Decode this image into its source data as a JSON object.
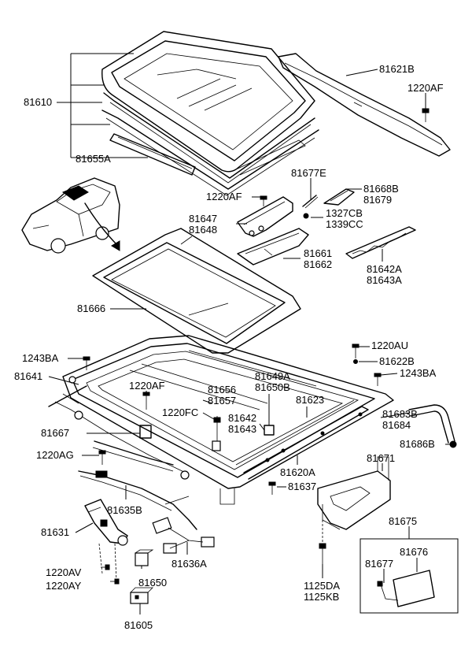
{
  "labels": [
    {
      "id": "p81610",
      "text": "81610"
    },
    {
      "id": "p81655A",
      "text": "81655A"
    },
    {
      "id": "p81621B",
      "text": "81621B"
    },
    {
      "id": "p1220AF_a",
      "text": "1220AF"
    },
    {
      "id": "p81677E",
      "text": "81677E"
    },
    {
      "id": "p1220AF_b",
      "text": "1220AF"
    },
    {
      "id": "p81668B",
      "text": "81668B"
    },
    {
      "id": "p81679",
      "text": "81679"
    },
    {
      "id": "p81647",
      "text": "81647"
    },
    {
      "id": "p81648",
      "text": "81648"
    },
    {
      "id": "p1327CB",
      "text": "1327CB"
    },
    {
      "id": "p1339CC",
      "text": "1339CC"
    },
    {
      "id": "p81661",
      "text": "81661"
    },
    {
      "id": "p81662",
      "text": "81662"
    },
    {
      "id": "p81642A",
      "text": "81642A"
    },
    {
      "id": "p81643A",
      "text": "81643A"
    },
    {
      "id": "p81666",
      "text": "81666"
    },
    {
      "id": "p1220AU",
      "text": "1220AU"
    },
    {
      "id": "p1243BA_a",
      "text": "1243BA"
    },
    {
      "id": "p81622B",
      "text": "81622B"
    },
    {
      "id": "p81641",
      "text": "81641"
    },
    {
      "id": "p1243BA_b",
      "text": "1243BA"
    },
    {
      "id": "p81649A",
      "text": "81649A"
    },
    {
      "id": "p81650B",
      "text": "81650B"
    },
    {
      "id": "p1220AF_c",
      "text": "1220AF"
    },
    {
      "id": "p81656",
      "text": "81656"
    },
    {
      "id": "p81657",
      "text": "81657"
    },
    {
      "id": "p81623",
      "text": "81623"
    },
    {
      "id": "p1220FC",
      "text": "1220FC"
    },
    {
      "id": "p81642",
      "text": "81642"
    },
    {
      "id": "p81643",
      "text": "81643"
    },
    {
      "id": "p81683B",
      "text": "81683B"
    },
    {
      "id": "p81684",
      "text": "81684"
    },
    {
      "id": "p81667",
      "text": "81667"
    },
    {
      "id": "p81686B",
      "text": "81686B"
    },
    {
      "id": "p1220AG",
      "text": "1220AG"
    },
    {
      "id": "p81671",
      "text": "81671"
    },
    {
      "id": "p81620A",
      "text": "81620A"
    },
    {
      "id": "p81637",
      "text": "81637"
    },
    {
      "id": "p81635B",
      "text": "81635B"
    },
    {
      "id": "p81675",
      "text": "81675"
    },
    {
      "id": "p81631",
      "text": "81631"
    },
    {
      "id": "p81676",
      "text": "81676"
    },
    {
      "id": "p81636A",
      "text": "81636A"
    },
    {
      "id": "p81677",
      "text": "81677"
    },
    {
      "id": "p1220AV",
      "text": "1220AV"
    },
    {
      "id": "p1125DA",
      "text": "1125DA"
    },
    {
      "id": "p1220AY",
      "text": "1220AY"
    },
    {
      "id": "p1125KB",
      "text": "1125KB"
    },
    {
      "id": "p81650",
      "text": "81650"
    },
    {
      "id": "p81605",
      "text": "81605"
    }
  ]
}
